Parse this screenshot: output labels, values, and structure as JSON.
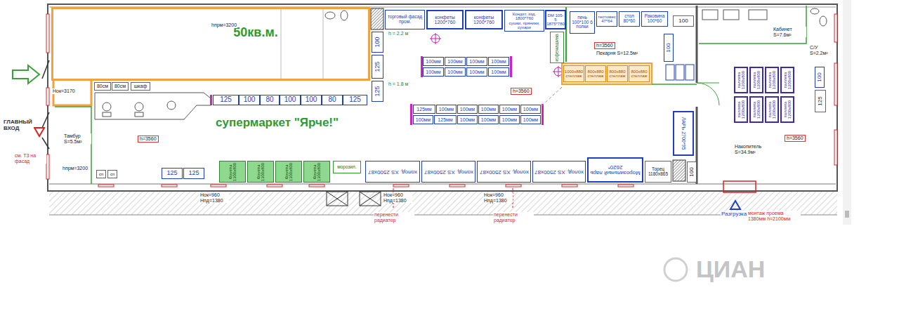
{
  "diagram": {
    "nodes": [
      {
        "text": [
          "50кв.м."
        ]
      },
      {
        "text": [
          "80см"
        ]
      },
      {
        "text": [
          "80см"
        ]
      },
      {
        "text": [
          "шкаф"
        ]
      },
      {
        "text": [
          "125"
        ]
      },
      {
        "text": [
          "100"
        ]
      },
      {
        "text": [
          "80"
        ]
      },
      {
        "text": [
          "100"
        ]
      },
      {
        "text": [
          "100"
        ]
      },
      {
        "text": [
          "80"
        ]
      },
      {
        "text": [
          "125"
        ]
      },
      {
        "text": [
          "торговый фасад пром."
        ]
      },
      {
        "text": [
          "конфеты 1200*760"
        ]
      },
      {
        "text": [
          "конфеты 1200*760"
        ]
      },
      {
        "text": [
          "Кондит. изд. 1800*760",
          "сушки, пряники, сухари"
        ]
      },
      {
        "text": [
          "DM 105-5 1875*780"
        ]
      },
      {
        "text": [
          "100"
        ]
      },
      {
        "text": [
          "125"
        ]
      },
      {
        "text": [
          "125"
        ]
      },
      {
        "text": [
          "кофемашина"
        ]
      },
      {
        "text": [
          "печь 100*100 6 полки"
        ]
      },
      {
        "text": [
          "тестомес 47*64"
        ]
      },
      {
        "text": [
          "стол 80*60"
        ]
      },
      {
        "text": [
          "Раковина 100*60"
        ]
      },
      {
        "text": [
          "100"
        ]
      },
      {
        "text": [
          "1000х880",
          "стеллаж"
        ]
      },
      {
        "text": [
          "800х880",
          "стеллаж"
        ]
      },
      {
        "text": [
          "800х880",
          "стеллаж"
        ]
      },
      {
        "text": [
          "800х880",
          "стеллаж"
        ]
      },
      {
        "text": [
          "100"
        ]
      },
      {
        "text": [
          "100мм"
        ]
      },
      {
        "text": [
          "100мм"
        ]
      },
      {
        "text": [
          "100мм"
        ]
      },
      {
        "text": [
          "100мм"
        ]
      },
      {
        "text": [
          "100мм"
        ]
      },
      {
        "text": [
          "100мм"
        ]
      },
      {
        "text": [
          "100мм"
        ]
      },
      {
        "text": [
          "100мм"
        ]
      },
      {
        "text": [
          "125мм"
        ]
      },
      {
        "text": [
          "100мм"
        ]
      },
      {
        "text": [
          "100мм"
        ]
      },
      {
        "text": [
          "100мм"
        ]
      },
      {
        "text": [
          "100мм"
        ]
      },
      {
        "text": [
          "100мм"
        ]
      },
      {
        "text": [
          "100мм"
        ]
      },
      {
        "text": [
          "125мм"
        ]
      },
      {
        "text": [
          "100мм"
        ]
      },
      {
        "text": [
          "100мм"
        ]
      },
      {
        "text": [
          "100мм"
        ]
      },
      {
        "text": [
          "100мм"
        ]
      },
      {
        "text": [
          "ЛАРЬ 2700*95"
        ]
      },
      {
        "text": [
          "паллета 1200х800"
        ]
      },
      {
        "text": [
          "паллета 1200х800"
        ]
      },
      {
        "text": [
          "паллета 1200х800"
        ]
      },
      {
        "text": [
          "паллета 1200х800"
        ]
      },
      {
        "text": [
          "паллета 1200х800"
        ]
      },
      {
        "text": [
          "паллета 1200х800"
        ]
      },
      {
        "text": [
          "паллета 1200х800"
        ]
      },
      {
        "text": [
          "паллета 1200х800"
        ]
      },
      {
        "text": [
          "100"
        ]
      },
      {
        "text": [
          "125"
        ]
      },
      {
        "text": [
          "сп"
        ]
      },
      {
        "text": [
          "сп"
        ]
      },
      {
        "text": [
          "125"
        ]
      },
      {
        "text": [
          "125"
        ]
      },
      {
        "text": [
          "Фрукты",
          "1300х800"
        ]
      },
      {
        "text": [
          "Фрукты",
          "1300х800"
        ]
      },
      {
        "text": [
          "Фрукты",
          "1300х800"
        ]
      },
      {
        "text": [
          "Фрукты",
          "1300х800"
        ]
      },
      {
        "text": [
          "морозил."
        ]
      },
      {
        "text": [
          "холод. XS 2500х87"
        ]
      },
      {
        "text": [
          "холод. XS 2500х87"
        ]
      },
      {
        "text": [
          "холод. XS 2500х87"
        ]
      },
      {
        "text": [
          "холод. XS 2500х87"
        ]
      },
      {
        "text": [
          "Морозильный ларь 2620*"
        ]
      },
      {
        "text": [
          "Торец 1180х865"
        ]
      },
      {
        "text": [
          "100"
        ]
      }
    ],
    "labels": [
      "hпрм=3200",
      "Нок=3170",
      "ГЛАВНЫЙ ВХОД",
      "см. Т3 на фасад",
      "Тамбур S=5.5м²",
      "h=3560",
      "hпрм=3200",
      "супермаркет \"Ярче!\"",
      "h = 2.2 м",
      "h = 1.8 м",
      "h=3560",
      "h=3560",
      "Пекарня S=12.5м²",
      "Кабинет S=7.6м²",
      "С/У S=2.2м²",
      "h=3560",
      "Накопитель S=34.9м²",
      "Нок=960 Нпд=1380",
      "Нок=960 Нпд=1380",
      "Нок=960 Нпд=1380",
      "перенести радиатор",
      "перенести радиатор",
      "Разгрузка",
      "монтаж проема 1380мм h=2100мм",
      "ЦИАН"
    ]
  }
}
